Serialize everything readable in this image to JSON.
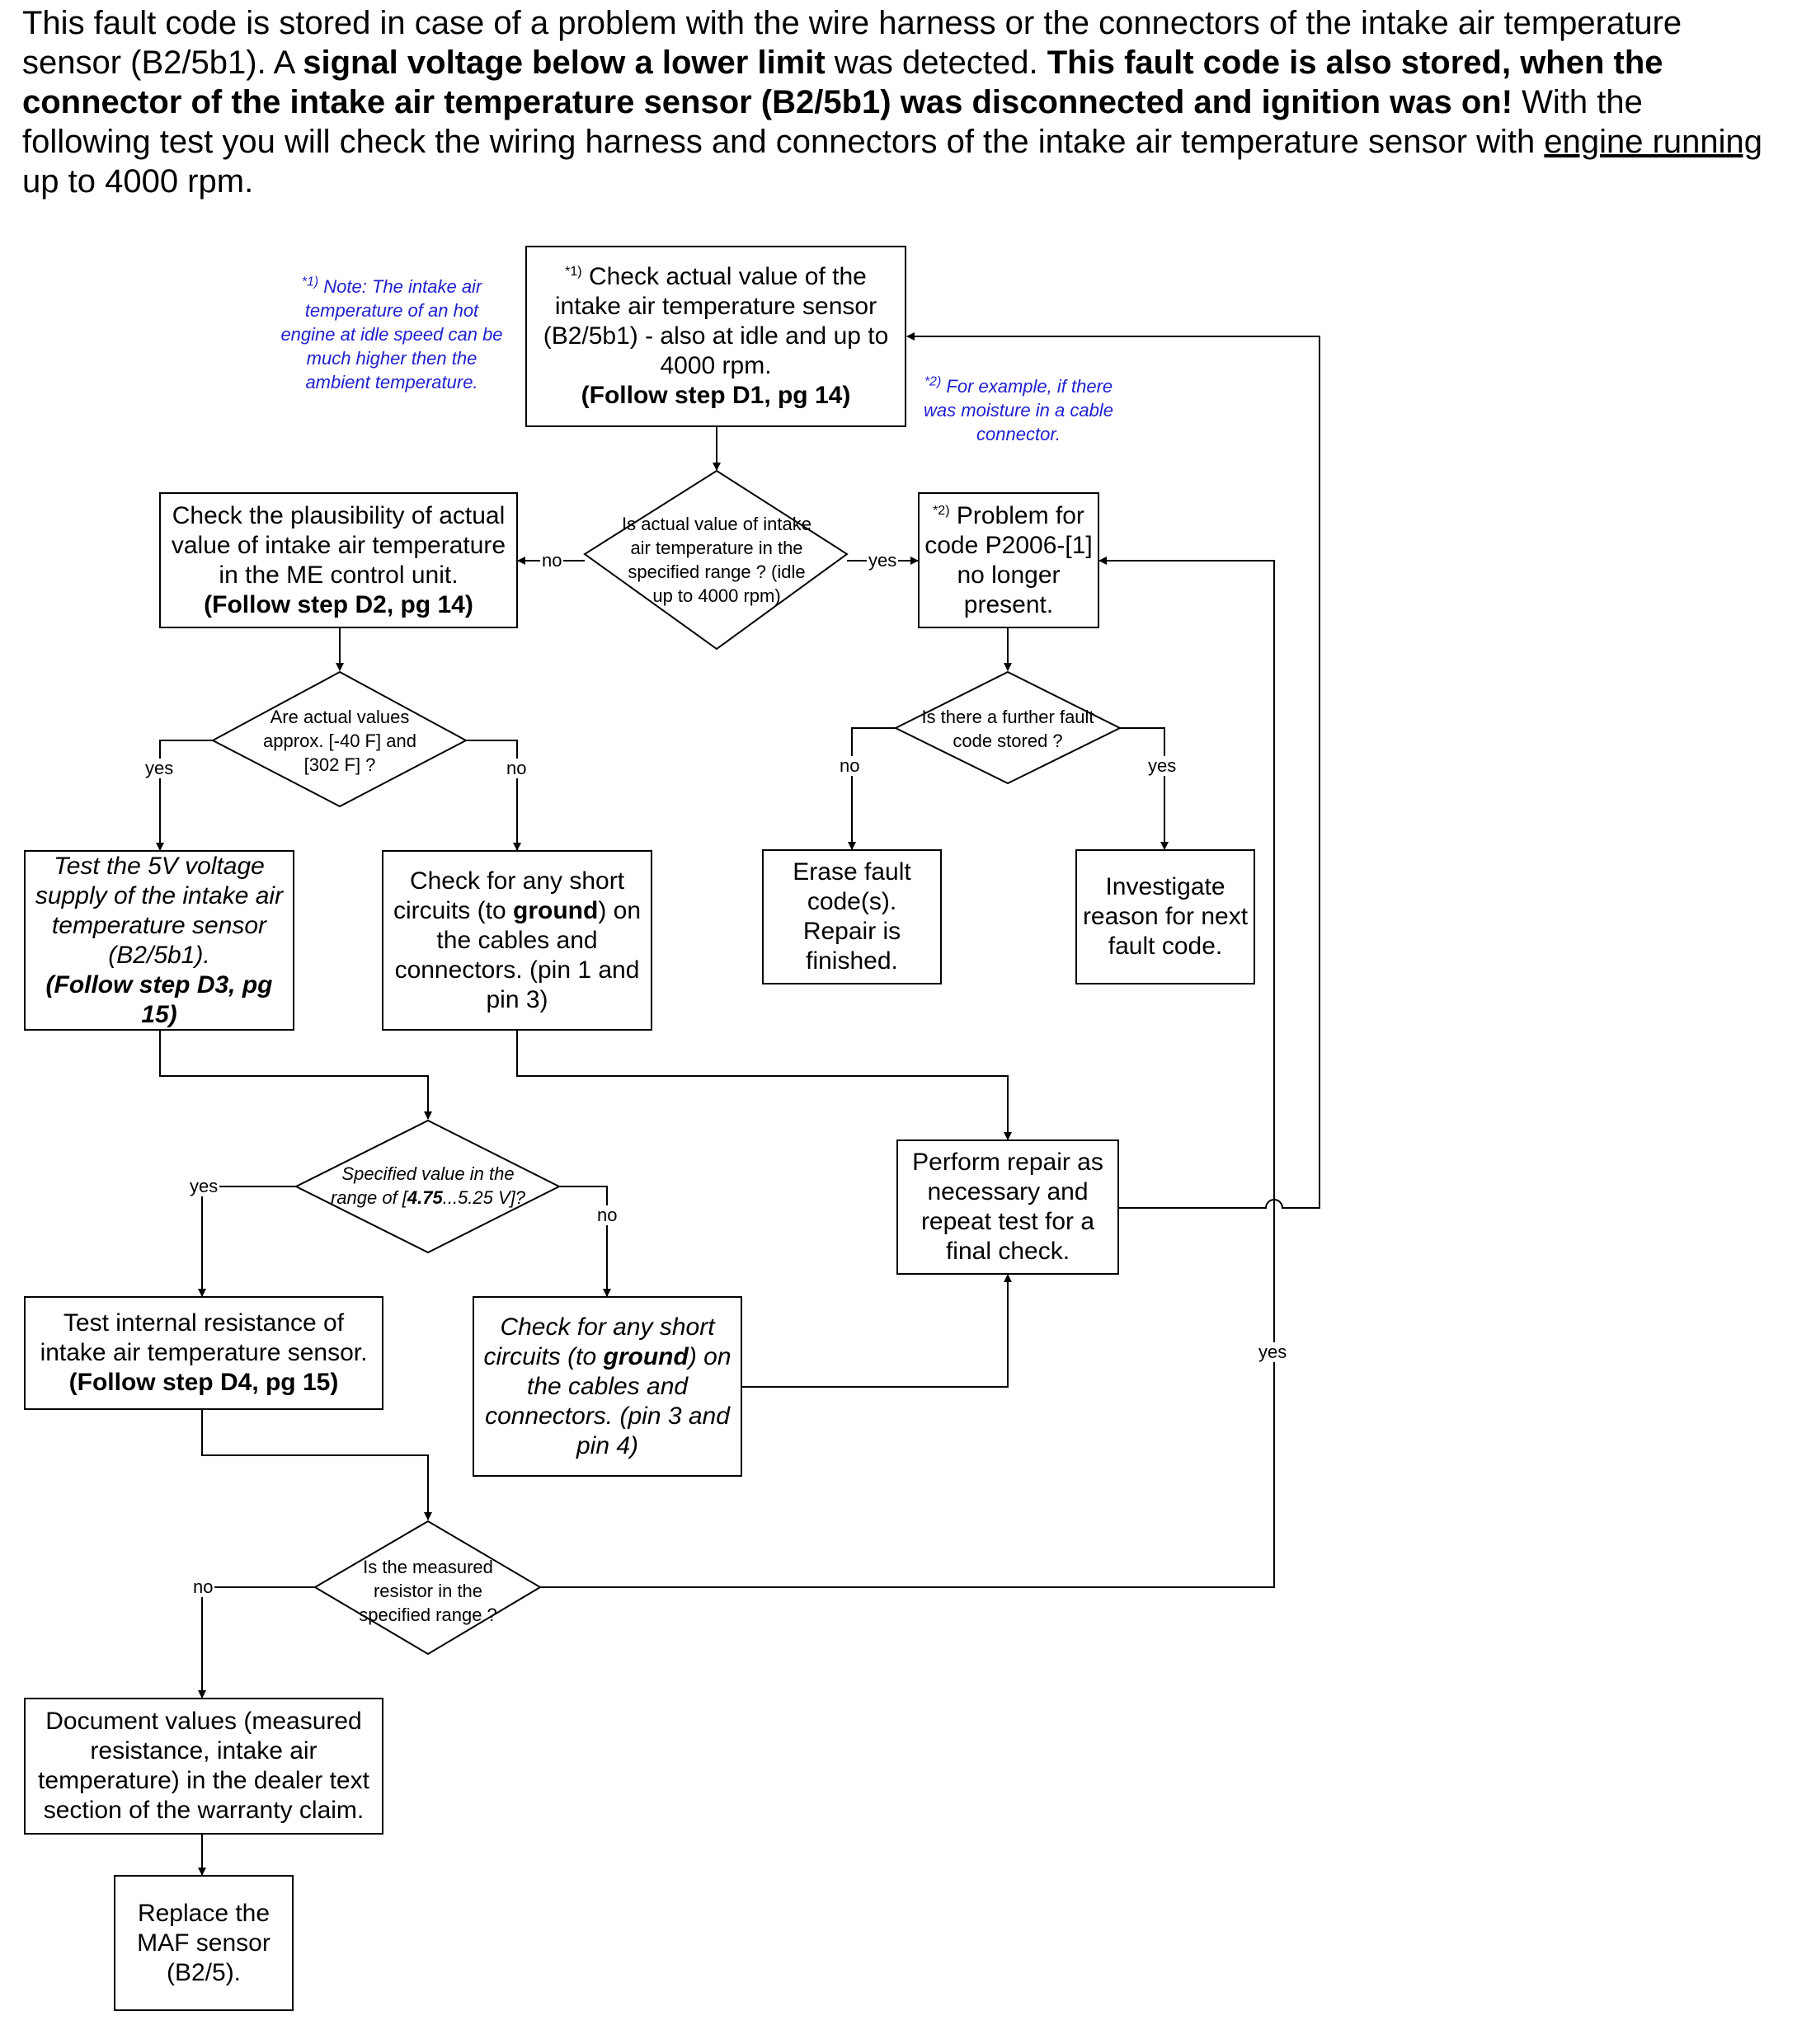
{
  "intro": {
    "s1": "This fault code is stored in case of a problem with the wire harness or the connectors of the intake air temperature sensor (B2/5b1). A ",
    "s2": "signal voltage below a lower limit",
    "s3": " was detected. ",
    "s4": "This fault code is also stored, when the connector of the intake air temperature sensor (B2/5b1) was disconnected and ignition was on!",
    "s5": " With the following test you will check the wiring harness and connectors of the intake air temperature sensor with ",
    "s6": "engine running",
    "s7": " up to 4000 rpm."
  },
  "notes": {
    "note1_mark": "*1)",
    "note1_text": " Note: The intake air temperature of an hot engine at idle speed can be much higher then the ambient temperature.",
    "note2_mark": "*2)",
    "note2_text": " For example, if there was moisture in a cable connector."
  },
  "boxes": {
    "d1": {
      "mark": "*1)",
      "l1": " Check actual value of the intake air temperature sensor (B2/5b1) - also at idle and up to 4000 rpm.",
      "bold": "(Follow step D1, pg 14)"
    },
    "plaus": {
      "l1": "Check the plausibility of actual value of intake air temperature in the ME control unit.",
      "bold": "(Follow step D2, pg 14)"
    },
    "problem": {
      "mark": "*2)",
      "l1": " Problem for code P2006-[1] no longer present."
    },
    "test5v": {
      "l1": "Test the 5V voltage supply of the intake air temperature sensor (B2/5b1).",
      "bold": "(Follow step D3, pg 15)"
    },
    "short13": {
      "pre": "Check for any short circuits (to ",
      "bold": "ground",
      "post": ") on the cables and connectors. (pin 1 and pin 3)"
    },
    "erase": {
      "l1": "Erase fault code(s). Repair is finished."
    },
    "investigate": {
      "l1": "Investigate reason for next fault code."
    },
    "repair": {
      "l1": "Perform repair as necessary and repeat test  for a final check."
    },
    "resist": {
      "l1": "Test internal resistance of intake air temperature sensor.",
      "bold": "(Follow step D4, pg 15)"
    },
    "short34": {
      "pre": "Check for any short circuits (to ",
      "bold": "ground",
      "post": ") on the cables and connectors. (pin 3 and pin 4)"
    },
    "document": {
      "l1": "Document values (measured resistance, intake air temperature) in the dealer text section of the warranty claim."
    },
    "replace": {
      "l1": "Replace the MAF sensor (B2/5)."
    }
  },
  "decisions": {
    "range": "Is actual value of intake air temperature in the specified range ? (idle up to 4000 rpm)",
    "approx": "Are actual values approx. [-40 F] and [302 F] ?",
    "further": "Is there a further fault code stored ?",
    "spec_pre": "Specified value in the range of [",
    "spec_bold": "4.75",
    "spec_post": "...5.25 V]?",
    "measured": "Is the measured resistor in the specified range ?"
  },
  "labels": {
    "no": "no",
    "yes": "yes"
  }
}
